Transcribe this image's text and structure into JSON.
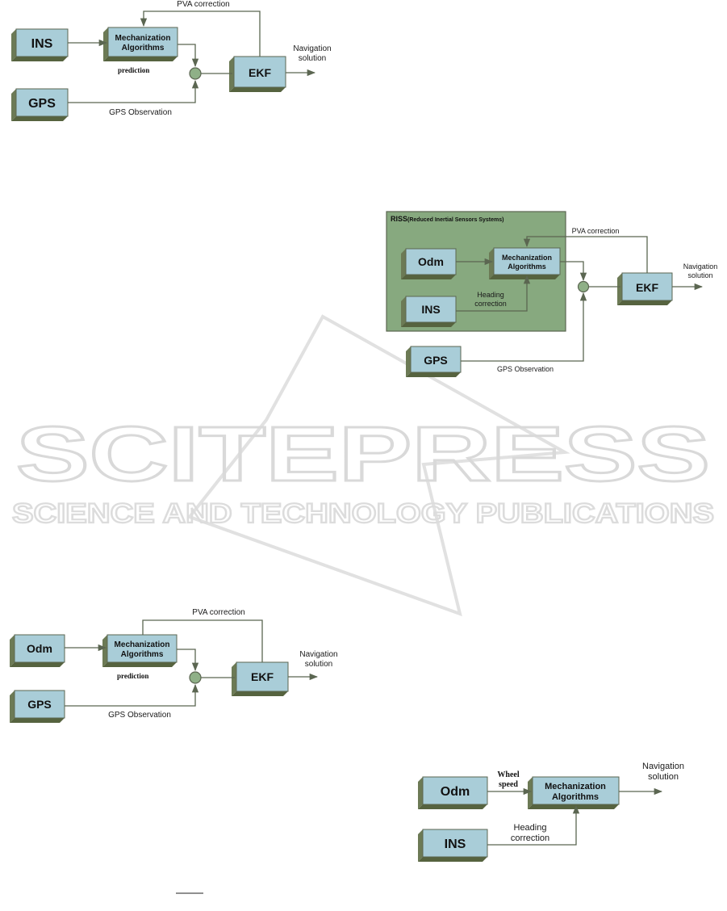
{
  "watermark": {
    "main": "SCITEPRESS",
    "sub": "SCIENCE AND TECHNOLOGY PUBLICATIONS"
  },
  "colors": {
    "box_face": "#a9cdd8",
    "box_side": "#6c7a55",
    "box_top": "#8ea07a",
    "riss_panel": "#87a97f",
    "sum_node": "#8fb087",
    "line": "#5b6651"
  },
  "diagram1": {
    "ins": "INS",
    "gps": "GPS",
    "mech_line1": "Mechanization",
    "mech_line2": "Algorithms",
    "prediction": "prediction",
    "ekf": "EKF",
    "pva": "PVA correction",
    "nav_line1": "Navigation",
    "nav_line2": "solution",
    "gps_obs": "GPS Observation"
  },
  "diagram2": {
    "riss_prefix": "RISS",
    "riss_full": "(Reduced Inertial Sensors Systems)",
    "odm": "Odm",
    "ins": "INS",
    "gps": "GPS",
    "mech_line1": "Mechanization",
    "mech_line2": "Algorithms",
    "heading_line1": "Heading",
    "heading_line2": "correction",
    "ekf": "EKF",
    "pva": "PVA correction",
    "nav_line1": "Navigation",
    "nav_line2": "solution",
    "gps_obs": "GPS Observation"
  },
  "diagram3": {
    "odm": "Odm",
    "gps": "GPS",
    "mech_line1": "Mechanization",
    "mech_line2": "Algorithms",
    "prediction": "prediction",
    "ekf": "EKF",
    "pva": "PVA correction",
    "nav_line1": "Navigation",
    "nav_line2": "solution",
    "gps_obs": "GPS Observation"
  },
  "diagram4": {
    "odm": "Odm",
    "ins": "INS",
    "wheel_line1": "Wheel",
    "wheel_line2": "speed",
    "mech_line1": "Mechanization",
    "mech_line2": "Algorithms",
    "heading_line1": "Heading",
    "heading_line2": "correction",
    "nav_line1": "Navigation",
    "nav_line2": "solution"
  }
}
